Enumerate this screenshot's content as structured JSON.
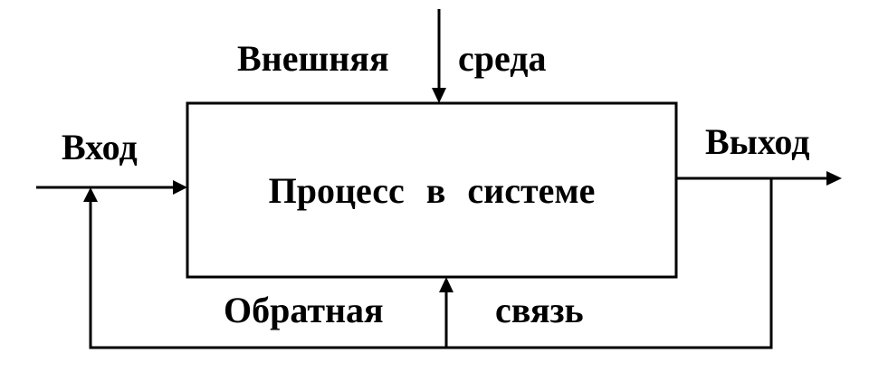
{
  "labels": {
    "env_left": "Внешняя",
    "env_right": "среда",
    "input": "Вход",
    "output": "Выход",
    "process": "Процесс в системе",
    "feedback_left": "Обратная",
    "feedback_right": "связь"
  }
}
